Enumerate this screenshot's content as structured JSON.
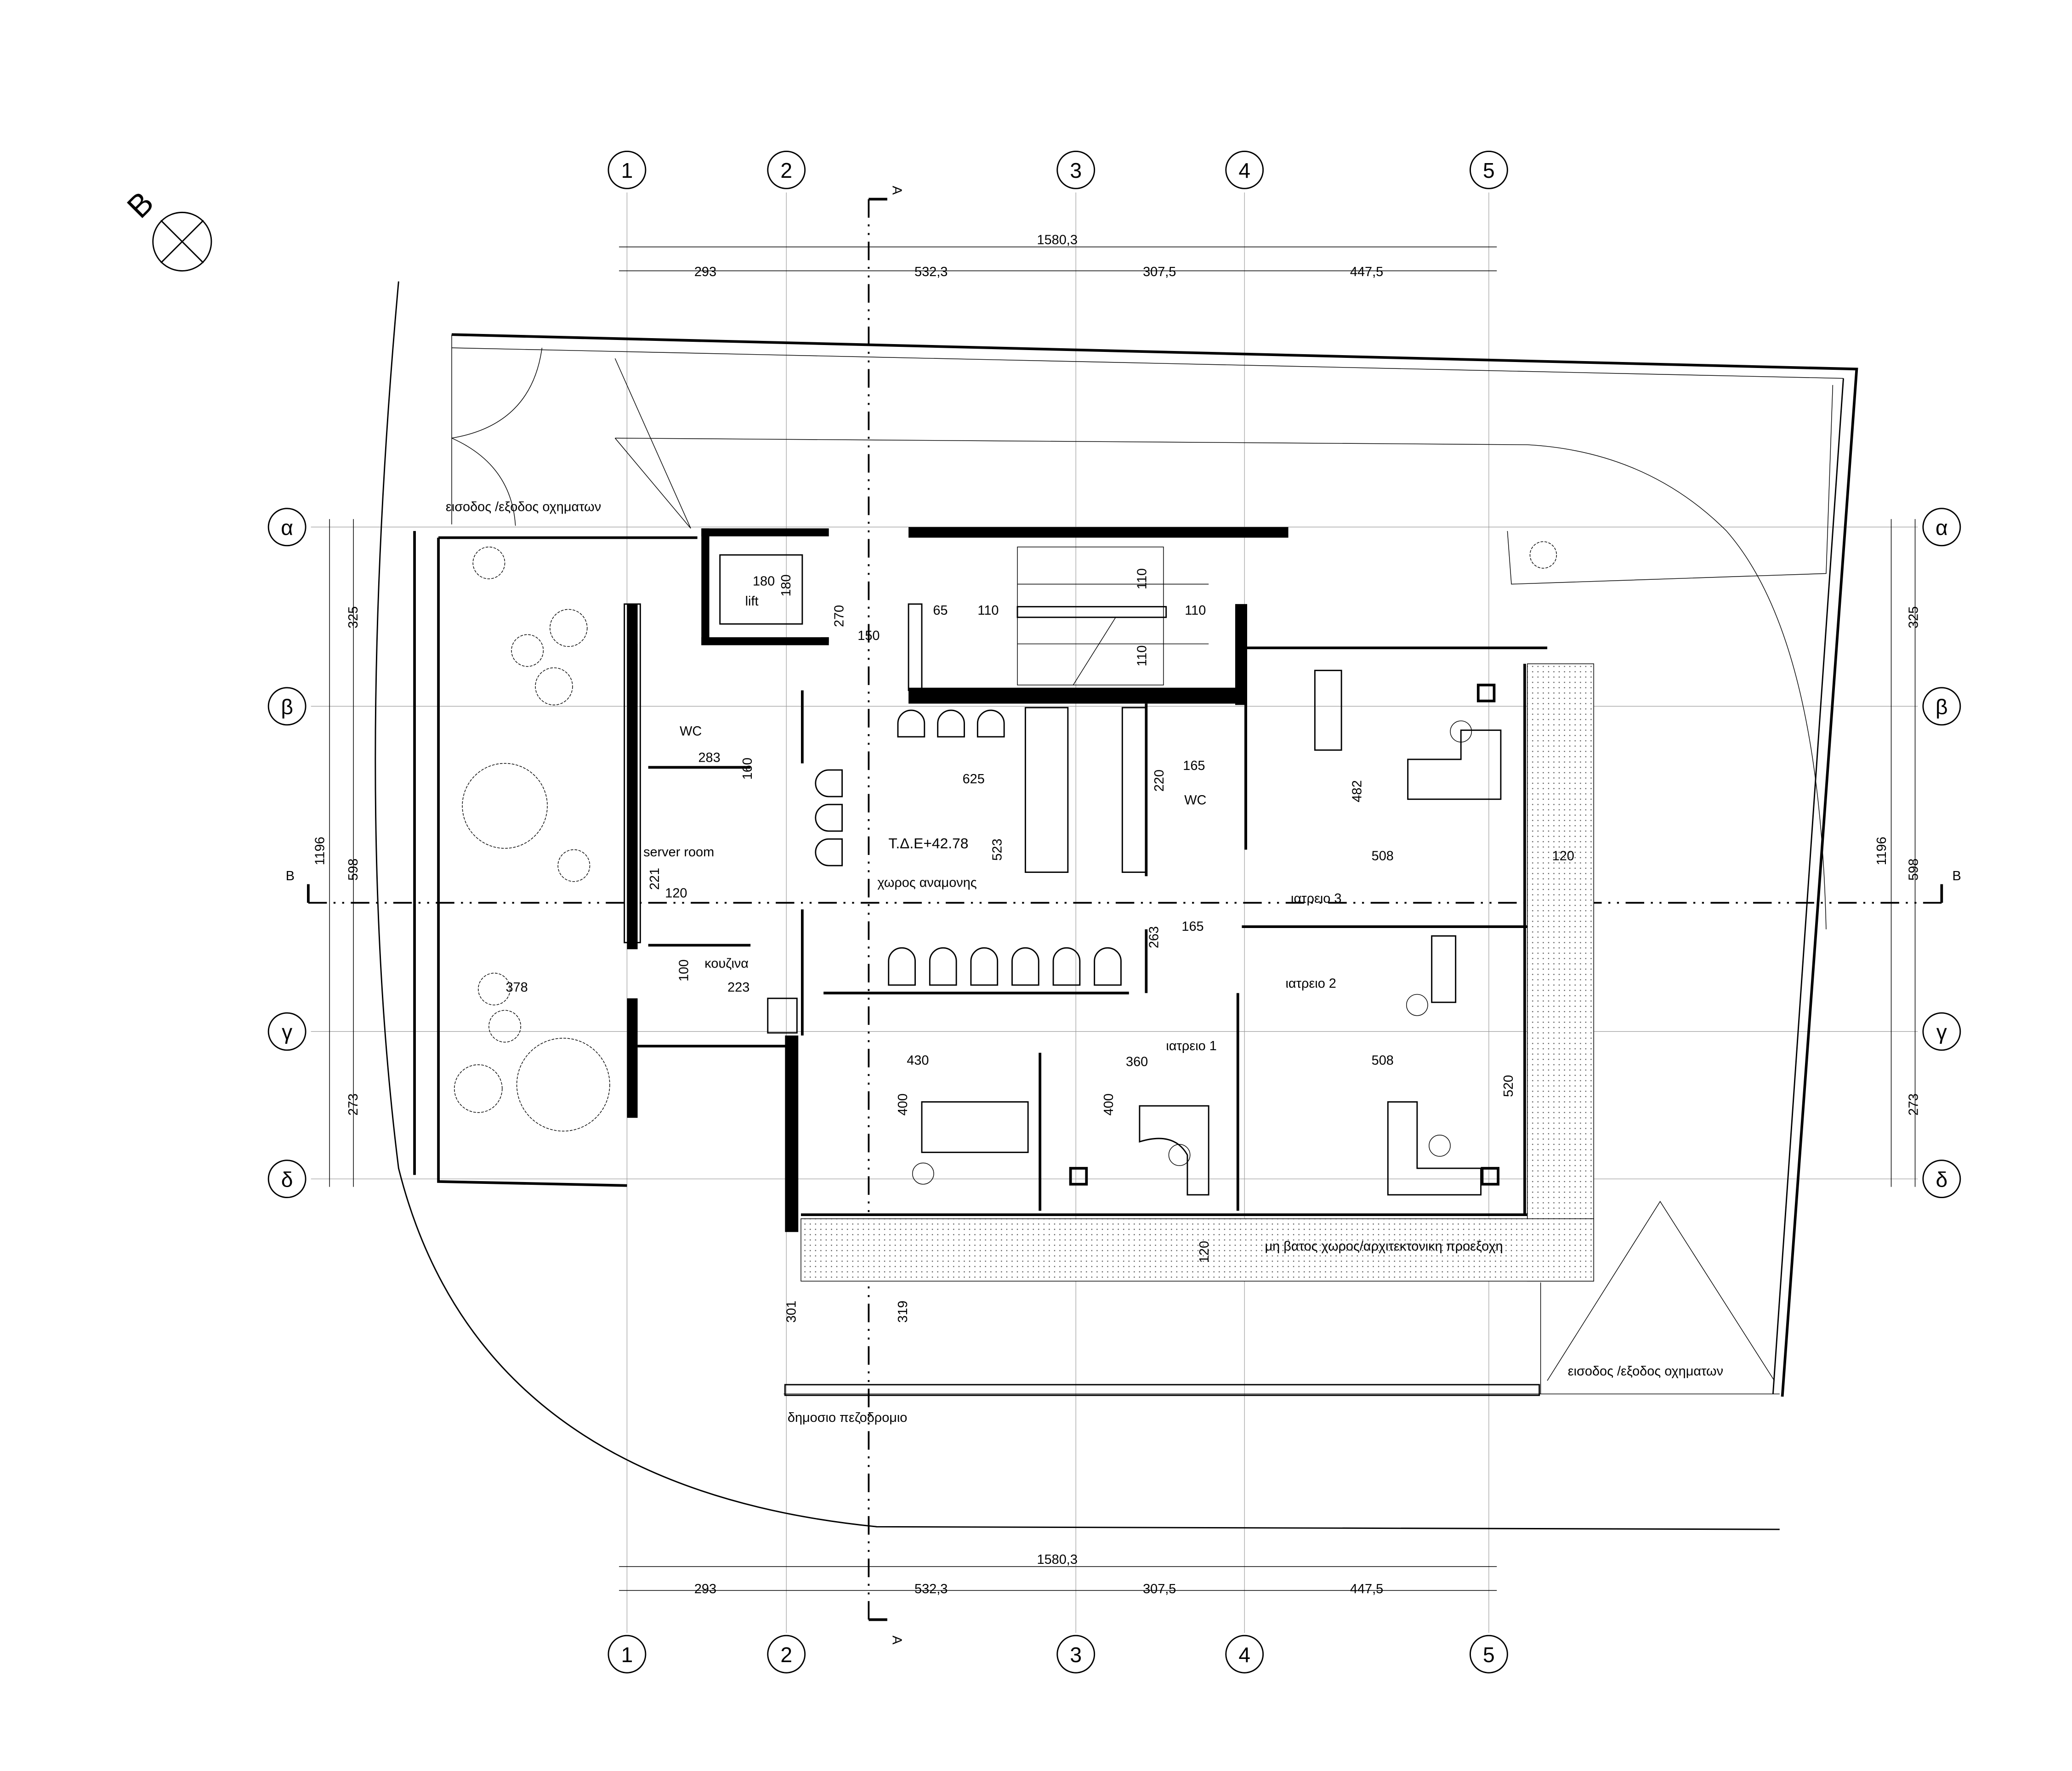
{
  "grid": {
    "columns": [
      "1",
      "2",
      "3",
      "4",
      "5"
    ],
    "rows": [
      "α",
      "β",
      "γ",
      "δ"
    ]
  },
  "north_label": "B",
  "section_marks": {
    "a": "A",
    "b": "B"
  },
  "dimensions": {
    "top_total": "1580,3",
    "top_parts": [
      "293",
      "532,3",
      "307,5",
      "447,5"
    ],
    "bottom_total": "1580,3",
    "bottom_parts": [
      "293",
      "532,3",
      "307,5",
      "447,5"
    ],
    "left": {
      "total": "1196",
      "a": "325",
      "mid": "598",
      "b": "273"
    },
    "right": {
      "total": "1196",
      "a": "325",
      "mid": "598",
      "b": "273"
    }
  },
  "labels": {
    "vehicle_entry_top": "εισοδος /εξοδος οχηματων",
    "vehicle_entry_bottom": "εισοδος /εξοδος οχηματων",
    "lift": "lift",
    "lift_w": "180",
    "lift_h": "180",
    "d270": "270",
    "d150": "150",
    "d65": "65",
    "d110a": "110",
    "d110b": "110",
    "d110c": "110",
    "d110d": "110",
    "wc1": "WC",
    "d283": "283",
    "d160": "160",
    "d625": "625",
    "level": "Τ.Δ.Ε+42.78",
    "d523": "523",
    "waiting": "χωρος αναμονης",
    "server": "server room",
    "d221": "221",
    "d120a": "120",
    "kitchen": "κουζινα",
    "d100": "100",
    "d378": "378",
    "d223": "223",
    "d165a": "165",
    "d220": "220",
    "wc2": "WC",
    "d482": "482",
    "d508a": "508",
    "d120b": "120",
    "office3": "ιατρειο 3",
    "d165b": "165",
    "d263": "263",
    "office2": "ιατρειο 2",
    "d430": "430",
    "d360": "360",
    "office1": "ιατρειο 1",
    "d508b": "508",
    "d520": "520",
    "d400a": "400",
    "d400b": "400",
    "overhang": "μη βατος χωρος/αρχιτεκτονικη προεξοχη",
    "d120c": "120",
    "d301": "301",
    "d319": "319",
    "sidewalk": "δημοσιο πεζοδρομιο"
  }
}
